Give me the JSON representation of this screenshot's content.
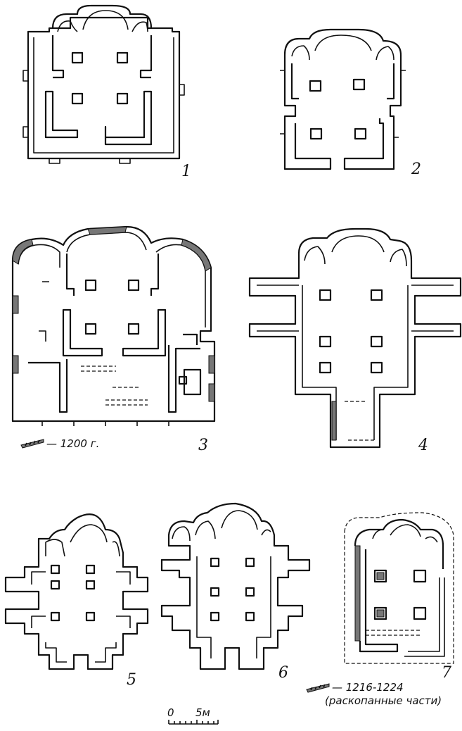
{
  "plans": [
    {
      "number": "1"
    },
    {
      "number": "2"
    },
    {
      "number": "3"
    },
    {
      "number": "4"
    },
    {
      "number": "5"
    },
    {
      "number": "6"
    },
    {
      "number": "7"
    }
  ],
  "legends": {
    "plan3_date": "— 1200 г.",
    "plan7_date": "— 1216-1224",
    "plan7_note": "(раскопанные части)"
  },
  "scale_bar": {
    "zero": "0",
    "length_label": "5м"
  }
}
